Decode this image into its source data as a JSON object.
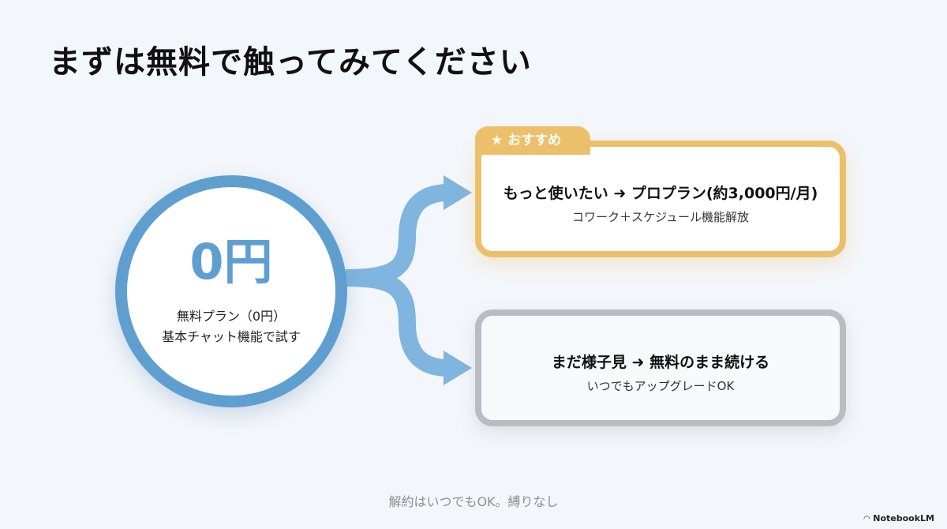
{
  "title": "まずは無料で触ってみてください",
  "start": {
    "price": "0円",
    "line1": "無料プラン（0円）",
    "line2": "基本チャット機能で試す"
  },
  "pro_card": {
    "badge": "おすすめ",
    "badge_icon": "star-icon",
    "heading": "もっと使いたい ➜ プロプラン(約3,000円/月)",
    "subtext": "コワーク＋スケジュール機能解放"
  },
  "free_card": {
    "heading": "まだ様子見 ➜ 無料のまま続ける",
    "subtext": "いつでもアップグレードOK"
  },
  "footer": "解約はいつでもOK。縛りなし",
  "brand": "NotebookLM",
  "colors": {
    "accent_blue": "#5f9fd0",
    "arrow_blue": "#7fb5de",
    "recommend_gold": "#ecc06a",
    "neutral_gray": "#b9bcc3"
  }
}
